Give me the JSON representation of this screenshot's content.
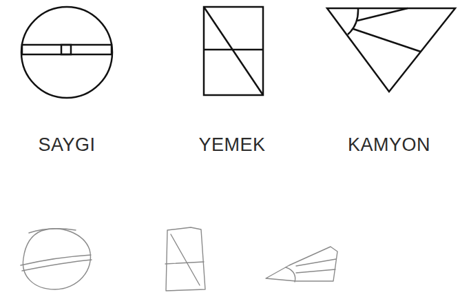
{
  "diagram": {
    "labels": [
      "SAYGI",
      "YEMEK",
      "KAMYON"
    ]
  }
}
